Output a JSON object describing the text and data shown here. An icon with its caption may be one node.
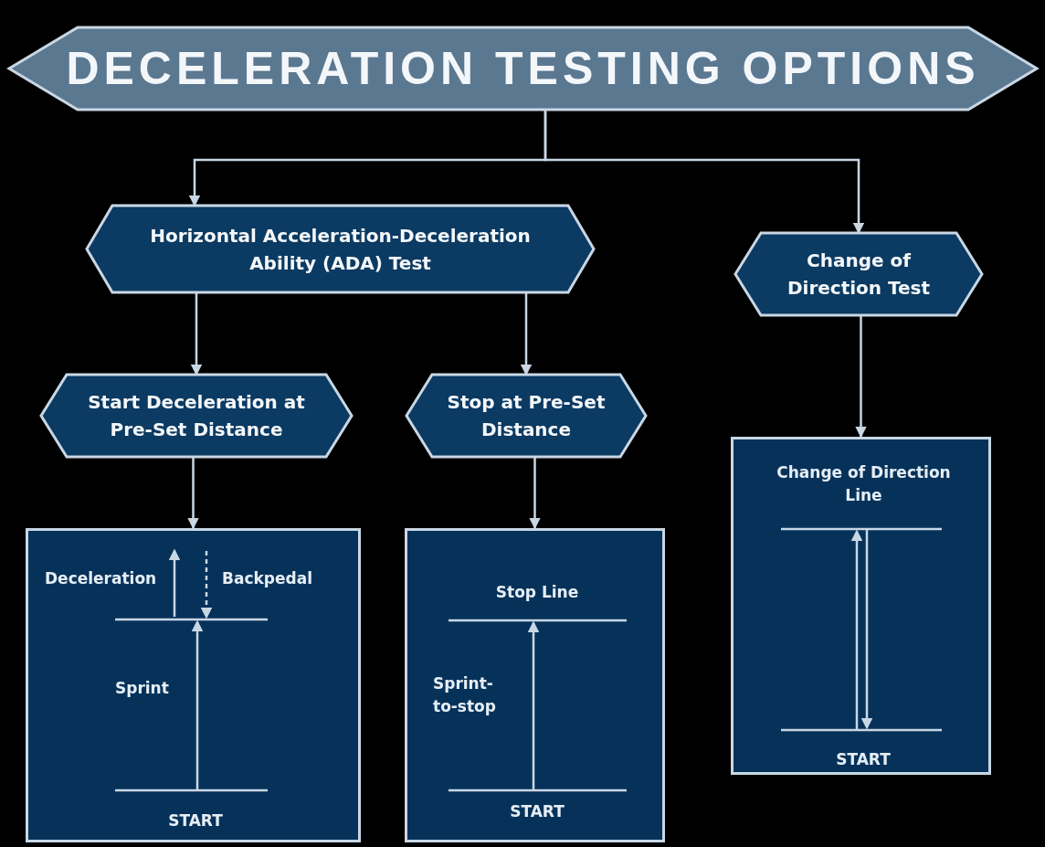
{
  "diagram": {
    "nodes": [
      {
        "text": [
          "DECELERATION TESTING OPTIONS"
        ]
      },
      {
        "text": [
          "Horizontal Acceleration-Deceleration Ability (ADA) Test"
        ]
      },
      {
        "text": [
          "Change of Direction Test"
        ]
      },
      {
        "text": [
          "Start Deceleration at Pre-Set Distance"
        ]
      },
      {
        "text": [
          "Stop at Pre-Set Distance"
        ]
      },
      {
        "text": [
          "Deceleration",
          "Backpedal",
          "Sprint",
          "START"
        ]
      },
      {
        "text": [
          "Stop Line",
          "Sprint-to-stop",
          "START"
        ]
      },
      {
        "text": [
          "Change of Direction Line",
          "START"
        ]
      }
    ],
    "edges": [
      {
        "from": 0,
        "to": 1,
        "arrow": "to"
      },
      {
        "from": 0,
        "to": 2,
        "arrow": "to"
      },
      {
        "from": 1,
        "to": 3,
        "arrow": "to"
      },
      {
        "from": 1,
        "to": 4,
        "arrow": "to"
      },
      {
        "from": 3,
        "to": 5,
        "arrow": "to"
      },
      {
        "from": 4,
        "to": 6,
        "arrow": "to"
      },
      {
        "from": 2,
        "to": 7,
        "arrow": "to"
      }
    ]
  }
}
